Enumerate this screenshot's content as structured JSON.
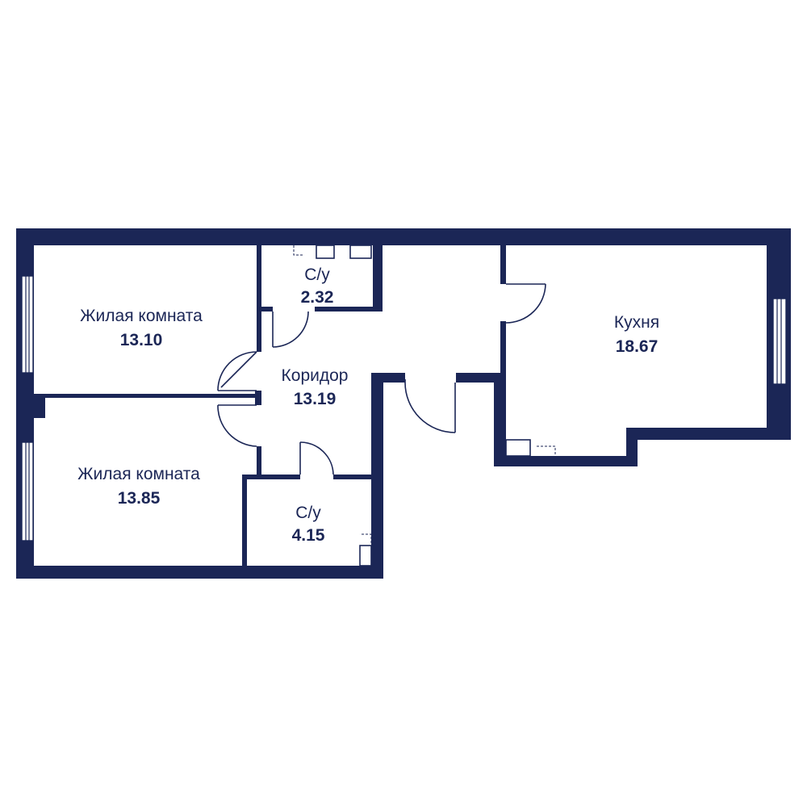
{
  "colors": {
    "wall": "#1b2656",
    "background": "#ffffff"
  },
  "rooms": [
    {
      "id": "living-1",
      "name": "Жилая комната",
      "area": "13.10"
    },
    {
      "id": "living-2",
      "name": "Жилая комната",
      "area": "13.85"
    },
    {
      "id": "bath-1",
      "name": "С/у",
      "area": "2.32"
    },
    {
      "id": "bath-2",
      "name": "С/у",
      "area": "4.15"
    },
    {
      "id": "corridor",
      "name": "Коридор",
      "area": "13.19"
    },
    {
      "id": "kitchen",
      "name": "Кухня",
      "area": "18.67"
    }
  ]
}
